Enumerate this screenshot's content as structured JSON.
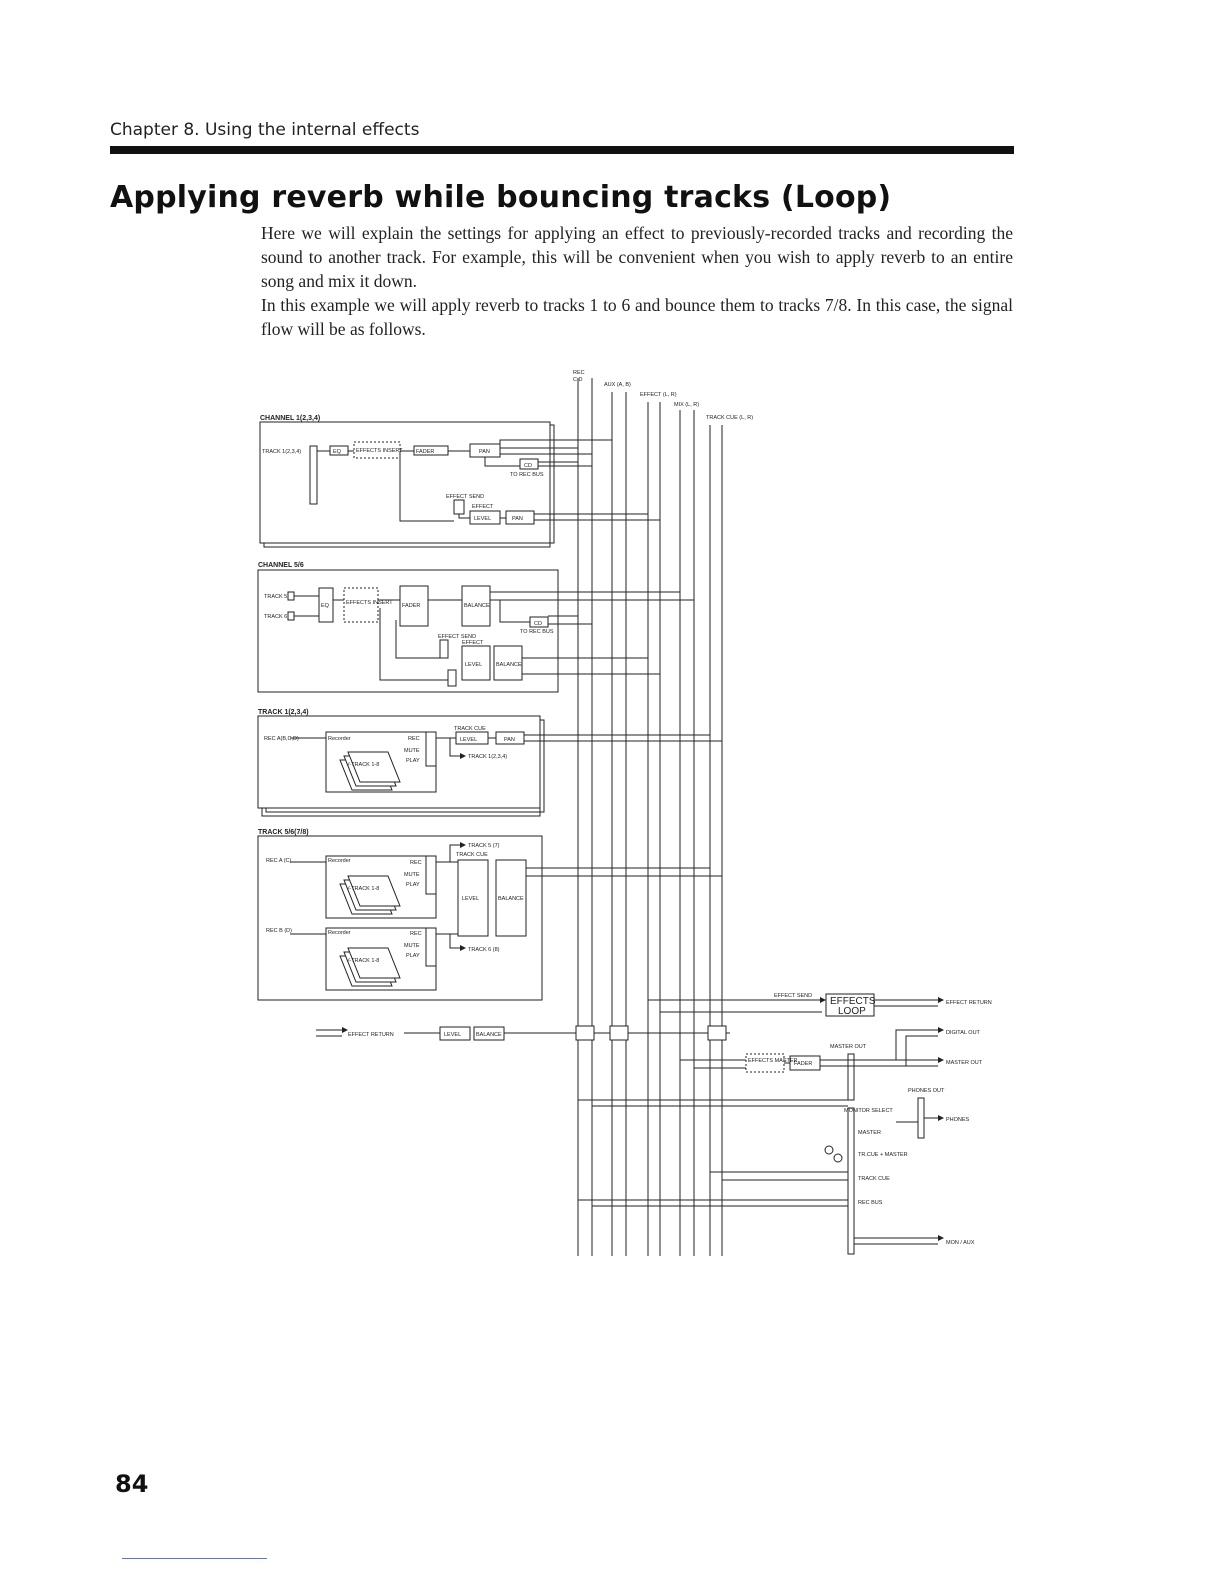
{
  "header": {
    "chapter": "Chapter 8.  Using the internal effects"
  },
  "title": "Applying reverb while bouncing tracks (Loop)",
  "paragraphs": [
    "Here we will explain the settings for applying an effect to previously-recorded tracks and recording the sound to another track. For example, this will be convenient when you wish to apply reverb to an entire song and mix it down.",
    "In this example we will apply reverb to tracks 1 to 6 and bounce them to tracks 7/8. In this case, the signal flow will be as follows."
  ],
  "diagram": {
    "bus_labels": {
      "rec": "REC",
      "rec_cd": "C  D",
      "aux": "AUX (A, B)",
      "effect": "EFFECT (L, R)",
      "mix": "MIX (L, R)",
      "track_cue": "TRACK CUE (L, R)"
    },
    "channel_1234": {
      "heading": "CHANNEL 1(2,3,4)",
      "input": "TRACK 1(2,3,4)",
      "eq": "EQ",
      "effects_insert": "EFFECTS INSERT",
      "fader": "FADER",
      "pan": "PAN",
      "cd": "CD",
      "to_rec_bus": "TO REC BUS",
      "effect_send": "EFFECT SEND",
      "effect": "EFFECT",
      "level": "LEVEL",
      "pan2": "PAN"
    },
    "channel_56": {
      "heading": "CHANNEL 5/6",
      "input_5": "TRACK 5",
      "input_6": "TRACK 6",
      "eq": "EQ",
      "effects_insert": "EFFECTS INSERT",
      "fader": "FADER",
      "balance": "BALANCE",
      "cd": "CD",
      "to_rec_bus": "TO REC BUS",
      "effect_send": "EFFECT SEND",
      "effect": "EFFECT",
      "level": "LEVEL",
      "balance2": "BALANCE"
    },
    "track_1234": {
      "heading": "TRACK 1(2,3,4)",
      "rec_input": "REC A(B,C,D)",
      "recorder": "Recorder",
      "rec": "REC",
      "mute": "MUTE",
      "play": "PLAY",
      "vtrack": "V-TRACK 1-8",
      "track_cue": "TRACK CUE",
      "level": "LEVEL",
      "pan": "PAN",
      "out": "TRACK 1(2,3,4)"
    },
    "track_5678": {
      "heading": "TRACK 5/6(7/8)",
      "rec_a": "REC A (C)",
      "rec_b": "REC B (D)",
      "recorder": "Recorder",
      "rec": "REC",
      "mute": "MUTE",
      "play": "PLAY",
      "vtrack": "V-TRACK 1-8",
      "out_a": "TRACK 5 (7)",
      "out_b": "TRACK 6 (8)",
      "track_cue": "TRACK CUE",
      "level": "LEVEL",
      "balance": "BALANCE"
    },
    "master": {
      "effect_send": "EFFECT SEND",
      "effects_loop_1": "EFFECTS",
      "effects_loop_2": "LOOP",
      "effect_return_out": "EFFECT RETURN",
      "effect_return_in": "EFFECT RETURN",
      "level": "LEVEL",
      "balance": "BALANCE",
      "digital_out": "DIGITAL OUT",
      "master_out_label": "MASTER OUT",
      "effects_master": "EFFECTS MASTER",
      "fader": "FADER",
      "master_out": "MASTER OUT",
      "phones_out": "PHONES OUT",
      "phones": "PHONES",
      "monitor_select": "MONITOR SELECT",
      "sel_master": "MASTER",
      "sel_trcue_master": "TR.CUE + MASTER",
      "sel_track_cue": "TRACK CUE",
      "sel_rec_bus": "REC BUS",
      "mon_aux": "MON / AUX"
    }
  },
  "page_number": "84"
}
